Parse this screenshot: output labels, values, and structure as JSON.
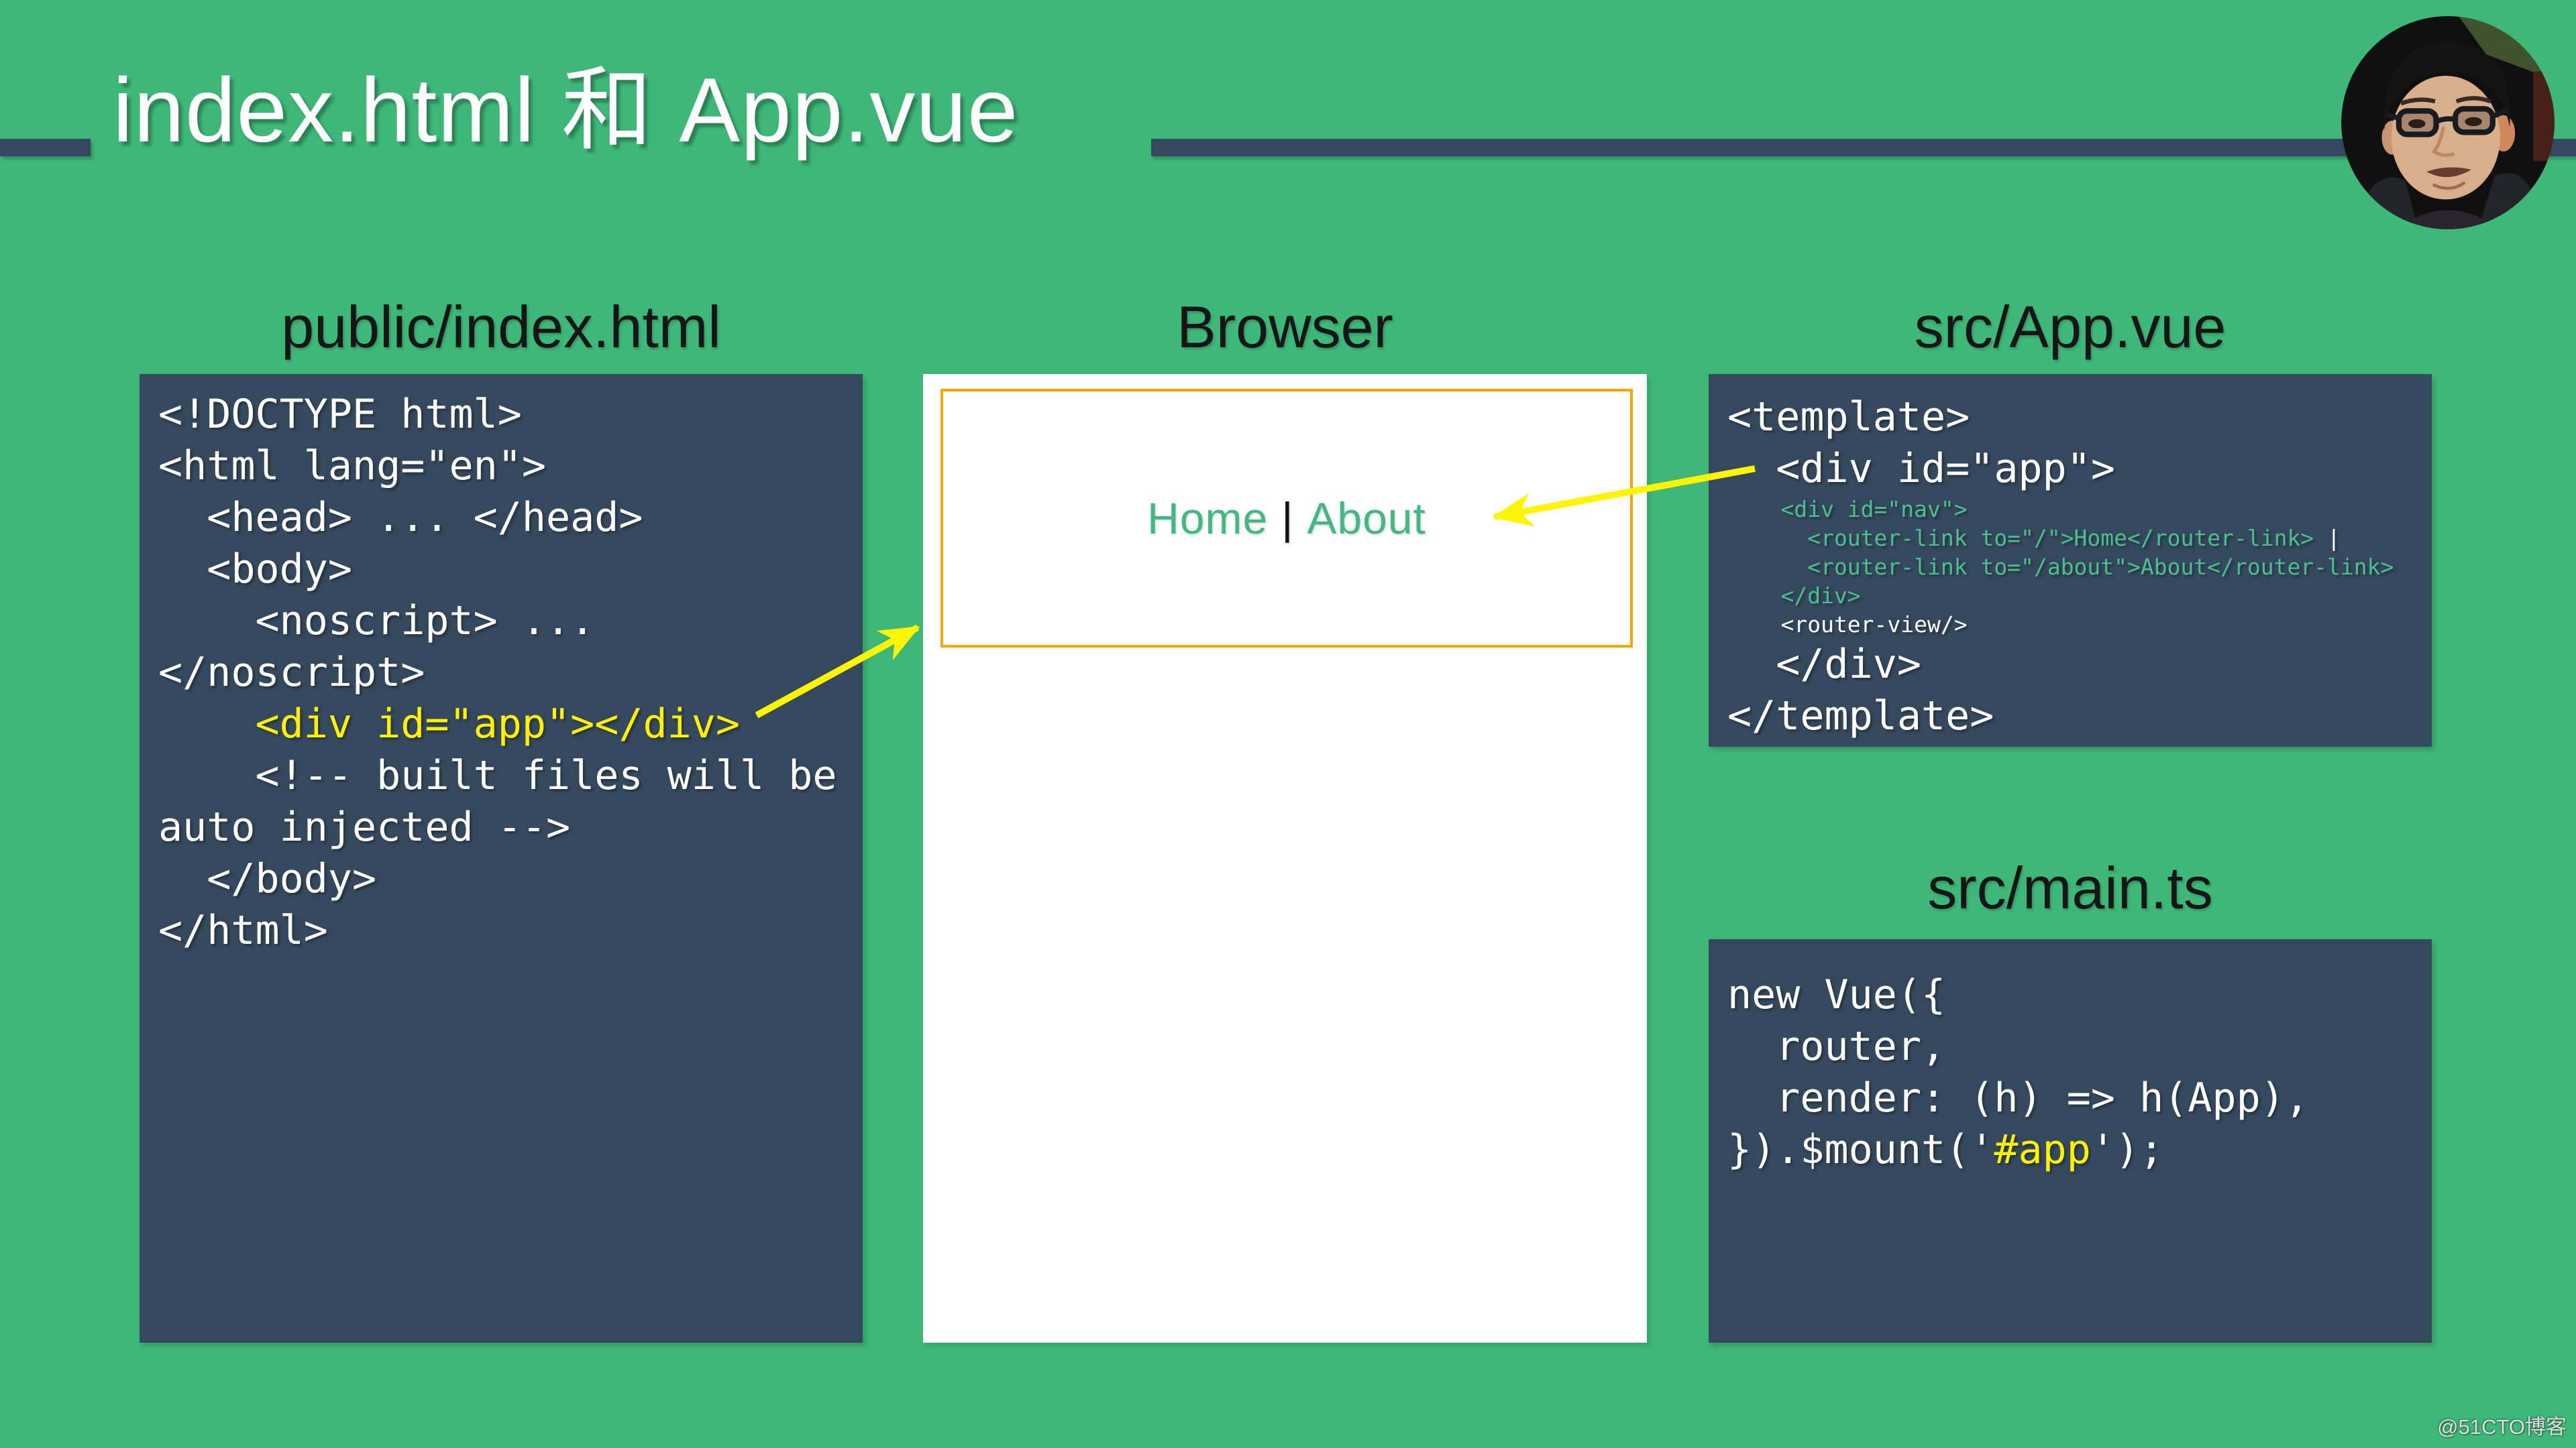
{
  "slide": {
    "title": "index.html 和 App.vue",
    "watermark": "@51CTO博客"
  },
  "colors": {
    "background_green": "#3EB878",
    "panel_slate": "#35495E",
    "accent_bar_slate": "#35495E",
    "code_white": "#FFFFFF",
    "code_highlight_yellow": "#FFF100",
    "code_green": "#4DBE8E",
    "arrow_yellow": "#FFF500",
    "browser_frame_orange": "#F2A800",
    "nav_link_green": "#42B983"
  },
  "icons": {
    "presenter_avatar": "circular-photo-of-presenter"
  },
  "panels": {
    "index_html": {
      "heading": "public/index.html",
      "code": [
        {
          "text": "<!DOCTYPE html>",
          "size": "lg",
          "color": "white"
        },
        {
          "text": "<html lang=\"en\">",
          "size": "lg",
          "color": "white"
        },
        {
          "text": "  <head> ... </head>",
          "size": "lg",
          "color": "white"
        },
        {
          "text": "  <body>",
          "size": "lg",
          "color": "white"
        },
        {
          "text": "    <noscript> ...",
          "size": "lg",
          "color": "white"
        },
        {
          "text": "</noscript>",
          "size": "lg",
          "color": "white"
        },
        {
          "text": "    <div id=\"app\"></div>",
          "size": "lg",
          "color": "yellow"
        },
        {
          "text": "    <!-- built files will be",
          "size": "lg",
          "color": "white"
        },
        {
          "text": "auto injected -->",
          "size": "lg",
          "color": "white"
        },
        {
          "text": "  </body>",
          "size": "lg",
          "color": "white"
        },
        {
          "text": "</html>",
          "size": "lg",
          "color": "white"
        }
      ]
    },
    "browser": {
      "heading": "Browser",
      "nav": {
        "home": "Home",
        "separator": "|",
        "about": "About"
      }
    },
    "app_vue": {
      "heading": "src/App.vue",
      "code": [
        {
          "text": "<template>",
          "size": "lg",
          "color": "white"
        },
        {
          "text": "  <div id=\"app\">",
          "size": "lg",
          "color": "white"
        },
        {
          "text": "    <div id=\"nav\">",
          "size": "sm",
          "color": "green"
        },
        {
          "size": "sm",
          "segments": [
            {
              "text": "      <router-link to=\"/\">Home</router-link>",
              "color": "green"
            },
            {
              "text": " |",
              "color": "white"
            }
          ]
        },
        {
          "text": "      <router-link to=\"/about\">About</router-link>",
          "size": "sm",
          "color": "green"
        },
        {
          "text": "    </div>",
          "size": "sm",
          "color": "green"
        },
        {
          "text": "    <router-view/>",
          "size": "sm",
          "color": "white"
        },
        {
          "text": "  </div>",
          "size": "lg",
          "color": "white"
        },
        {
          "text": "</template>",
          "size": "lg",
          "color": "white"
        }
      ]
    },
    "main_ts": {
      "heading": "src/main.ts",
      "code": [
        {
          "text": "new Vue({",
          "size": "lg",
          "color": "white"
        },
        {
          "text": "  router,",
          "size": "lg",
          "color": "white"
        },
        {
          "text": "  render: (h) => h(App),",
          "size": "lg",
          "color": "white"
        },
        {
          "size": "lg",
          "segments": [
            {
              "text": "}).$mount('",
              "color": "white"
            },
            {
              "text": "#app",
              "color": "yellow"
            },
            {
              "text": "');",
              "color": "white"
            }
          ]
        }
      ]
    }
  }
}
